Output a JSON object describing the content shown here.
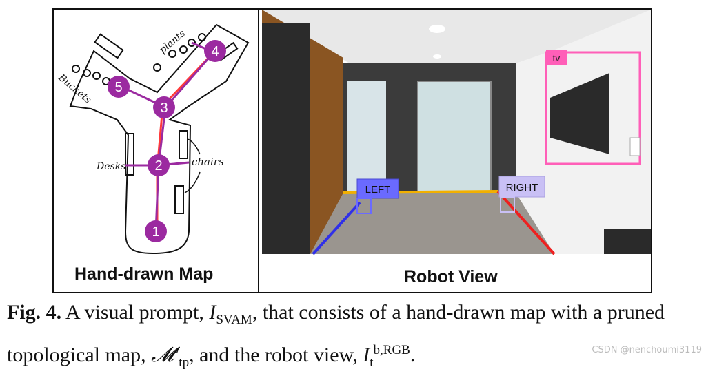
{
  "panels": {
    "left_label": "Hand-drawn Map",
    "right_label": "Robot View"
  },
  "map": {
    "nodes": [
      "1",
      "2",
      "3",
      "4",
      "5"
    ],
    "annotations": {
      "plants": "plants",
      "buckets": "Buckets",
      "desks": "Desks",
      "chairs": "chairs"
    }
  },
  "robot_view": {
    "tag_left": "LEFT",
    "tag_right": "RIGHT",
    "tag_tv": "tv",
    "colors": {
      "left_line": "#3030e8",
      "right_line": "#ee2020",
      "front_line": "#f2b000",
      "left_tag": "#6a6aff",
      "right_tag": "#c9c0f5",
      "tv_box": "#ff5fb8"
    }
  },
  "caption": {
    "fig_label": "Fig. 4.",
    "text_1": " A visual prompt, ",
    "var_1": "I",
    "var_1_sub": "SVAM",
    "text_2": ", that consists of a hand-drawn map with a pruned topological map, ",
    "var_2": "𝓜′",
    "var_2_sub": "tp",
    "text_3": ", and the robot view, ",
    "var_3": "I",
    "var_3_sub": "t",
    "var_3_sup": "b,RGB",
    "text_4": "."
  },
  "watermark": "CSDN @nenchoumi3119"
}
